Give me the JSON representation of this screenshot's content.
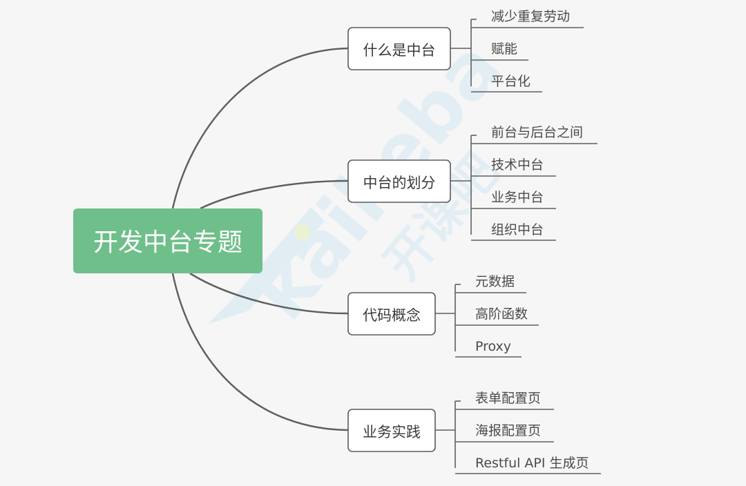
{
  "colors": {
    "background": "#f6f6f7",
    "root_fill": "#6fbf8a",
    "root_text": "#ffffff",
    "topic_border": "#5a5a5a",
    "topic_fill": "#ffffff",
    "topic_text": "#3a3a3a",
    "leaf_text": "#4a4a4a",
    "connector": "#5f5f5f",
    "watermark": "#cfe7f1"
  },
  "watermark": {
    "text": "kaikeba 开课吧",
    "logo_name": "kaikeba-watermark-logo"
  },
  "root": {
    "label": "开发中台专题"
  },
  "branches": [
    {
      "label": "什么是中台",
      "leaves": [
        "减少重复劳动",
        "赋能",
        "平台化"
      ]
    },
    {
      "label": "中台的划分",
      "leaves": [
        "前台与后台之间",
        "技术中台",
        "业务中台",
        "组织中台"
      ]
    },
    {
      "label": "代码概念",
      "leaves": [
        "元数据",
        "高阶函数",
        "Proxy"
      ]
    },
    {
      "label": "业务实践",
      "leaves": [
        "表单配置页",
        "海报配置页",
        "Restful API 生成页"
      ]
    }
  ]
}
